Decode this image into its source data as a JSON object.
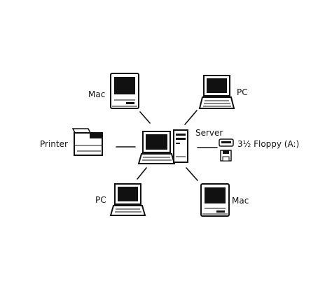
{
  "nodes": {
    "mac_top": {
      "label": "Mac",
      "icon": "mac-computer-icon"
    },
    "pc_top": {
      "label": "PC",
      "icon": "pc-laptop-icon"
    },
    "printer": {
      "label": "Printer",
      "icon": "printer-icon"
    },
    "server": {
      "label": "Server",
      "icon": "server-tower-icon"
    },
    "floppy": {
      "label": "3½ Floppy (A:)",
      "icon": "floppy-drive-icon"
    },
    "pc_bottom": {
      "label": "PC",
      "icon": "pc-laptop-icon"
    },
    "mac_bottom": {
      "label": "Mac",
      "icon": "mac-computer-icon"
    }
  },
  "colors": {
    "ink": "#111111",
    "paper": "#ffffff"
  }
}
